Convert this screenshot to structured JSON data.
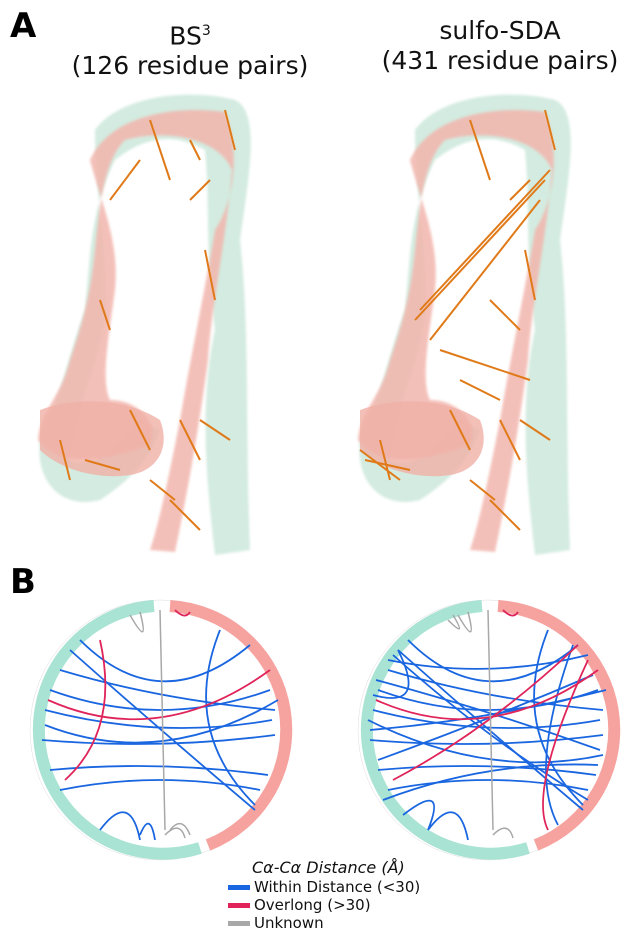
{
  "panel_a": {
    "letter": "A",
    "left_title": {
      "base": "BS",
      "sup": "3",
      "count": "(126 residue pairs)"
    },
    "right_title": {
      "base": "sulfo-SDA",
      "count": "(431 residue pairs)"
    }
  },
  "panel_b": {
    "letter": "B"
  },
  "legend": {
    "title": "Cα-Cα Distance (Å)",
    "items": [
      {
        "label": "Within Distance (<30)",
        "color": "#1a66e0"
      },
      {
        "label": "Overlong (>30)",
        "color": "#e0245a"
      },
      {
        "label": "Unknown",
        "color": "#a8a8a8"
      }
    ]
  },
  "colors": {
    "mint": "#a8e3d3",
    "salmon": "#f6a3a0",
    "crosslink": "#e07a18",
    "structure_green": "#cfe9dd",
    "structure_pink": "#f2b6ad"
  }
}
